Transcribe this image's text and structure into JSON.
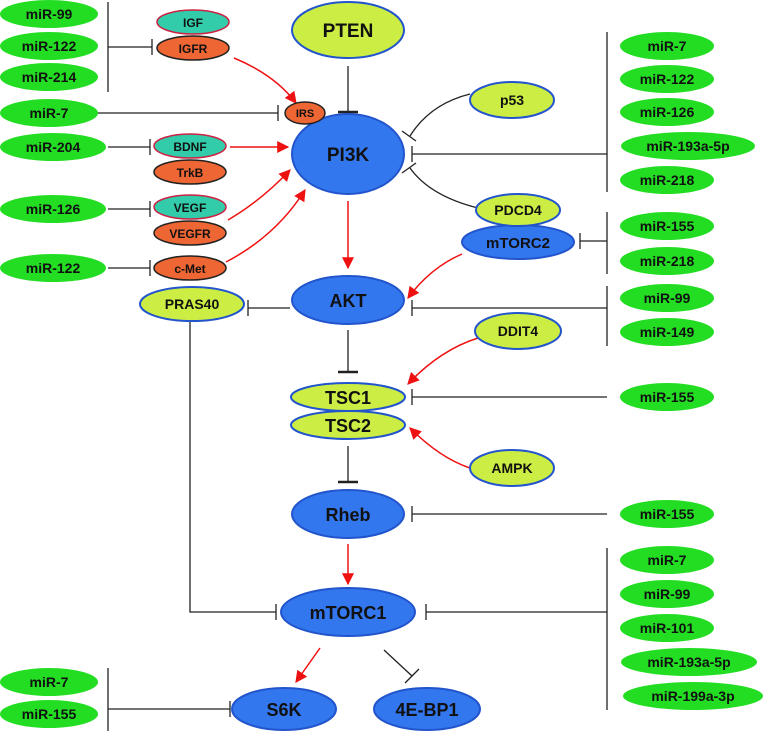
{
  "colors": {
    "mirna": "#22dd22",
    "yellow_node": "#ccee44",
    "blue_node": "#3377ee",
    "teal_node": "#33ccaa",
    "orange_node": "#ee6633",
    "activation_arrow": "#ee1111",
    "inhibition_line": "#222222"
  },
  "nodes": {
    "pten": "PTEN",
    "pi3k": "PI3K",
    "akt": "AKT",
    "tsc1": "TSC1",
    "tsc2": "TSC2",
    "rheb": "Rheb",
    "mtorc1": "mTORC1",
    "mtorc2": "mTORC2",
    "s6k": "S6K",
    "eif4ebp1": "4E-BP1",
    "p53": "p53",
    "pdcd4": "PDCD4",
    "ddit4": "DDIT4",
    "ampk": "AMPK",
    "pras40": "PRAS40",
    "igf": "IGF",
    "igfr": "IGFR",
    "irs": "IRS",
    "bdnf": "BDNF",
    "trkb": "TrkB",
    "vegf": "VEGF",
    "vegfr": "VEGFR",
    "cmet": "c-Met"
  },
  "mirnas": {
    "igfr_group": [
      "miR-99",
      "miR-122",
      "miR-214"
    ],
    "irs": "miR-7",
    "bdnf": "miR-204",
    "vegf": "miR-126",
    "cmet": "miR-122",
    "pi3k_group": [
      "miR-7",
      "miR-122",
      "miR-126",
      "miR-193a-5p",
      "miR-218"
    ],
    "mtorc2_group": [
      "miR-155",
      "miR-218"
    ],
    "akt_group": [
      "miR-99",
      "miR-149"
    ],
    "tsc1": "miR-155",
    "rheb": "miR-155",
    "mtorc1_group": [
      "miR-7",
      "miR-99",
      "miR-101",
      "miR-193a-5p",
      "miR-199a-3p"
    ],
    "s6k_group": [
      "miR-7",
      "miR-155"
    ]
  }
}
